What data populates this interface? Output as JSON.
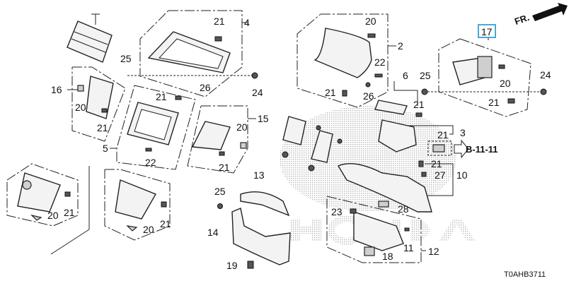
{
  "diagram": {
    "title": "Instrument panel garnish parts diagram",
    "diagram_code": "T0AHB3711",
    "direction_marker": "FR.",
    "reference_link": "B-11-11",
    "highlighted_part": "17",
    "highlight_color": "#4aa9d6",
    "watermark": "HONDA",
    "callouts": {
      "c2": "2",
      "c3": "3",
      "c4": "4",
      "c5": "5",
      "c6": "6",
      "c10": "10",
      "c11": "11",
      "c12": "12",
      "c13": "13",
      "c14": "14",
      "c15": "15",
      "c16": "16",
      "c17": "17",
      "c18": "18",
      "c19": "19",
      "c20a": "20",
      "c20b": "20",
      "c20c": "20",
      "c20d": "20",
      "c20e": "20",
      "c20f": "20",
      "c21a": "21",
      "c21b": "21",
      "c21c": "21",
      "c21d": "21",
      "c21e": "21",
      "c21f": "21",
      "c21g": "21",
      "c21h": "21",
      "c21i": "21",
      "c21j": "21",
      "c21k": "21",
      "c22a": "22",
      "c22b": "22",
      "c23": "23",
      "c24a": "24",
      "c24b": "24",
      "c25a": "25",
      "c25b": "25",
      "c25c": "25",
      "c26a": "26",
      "c26b": "26",
      "c27": "27",
      "c28": "28"
    }
  }
}
